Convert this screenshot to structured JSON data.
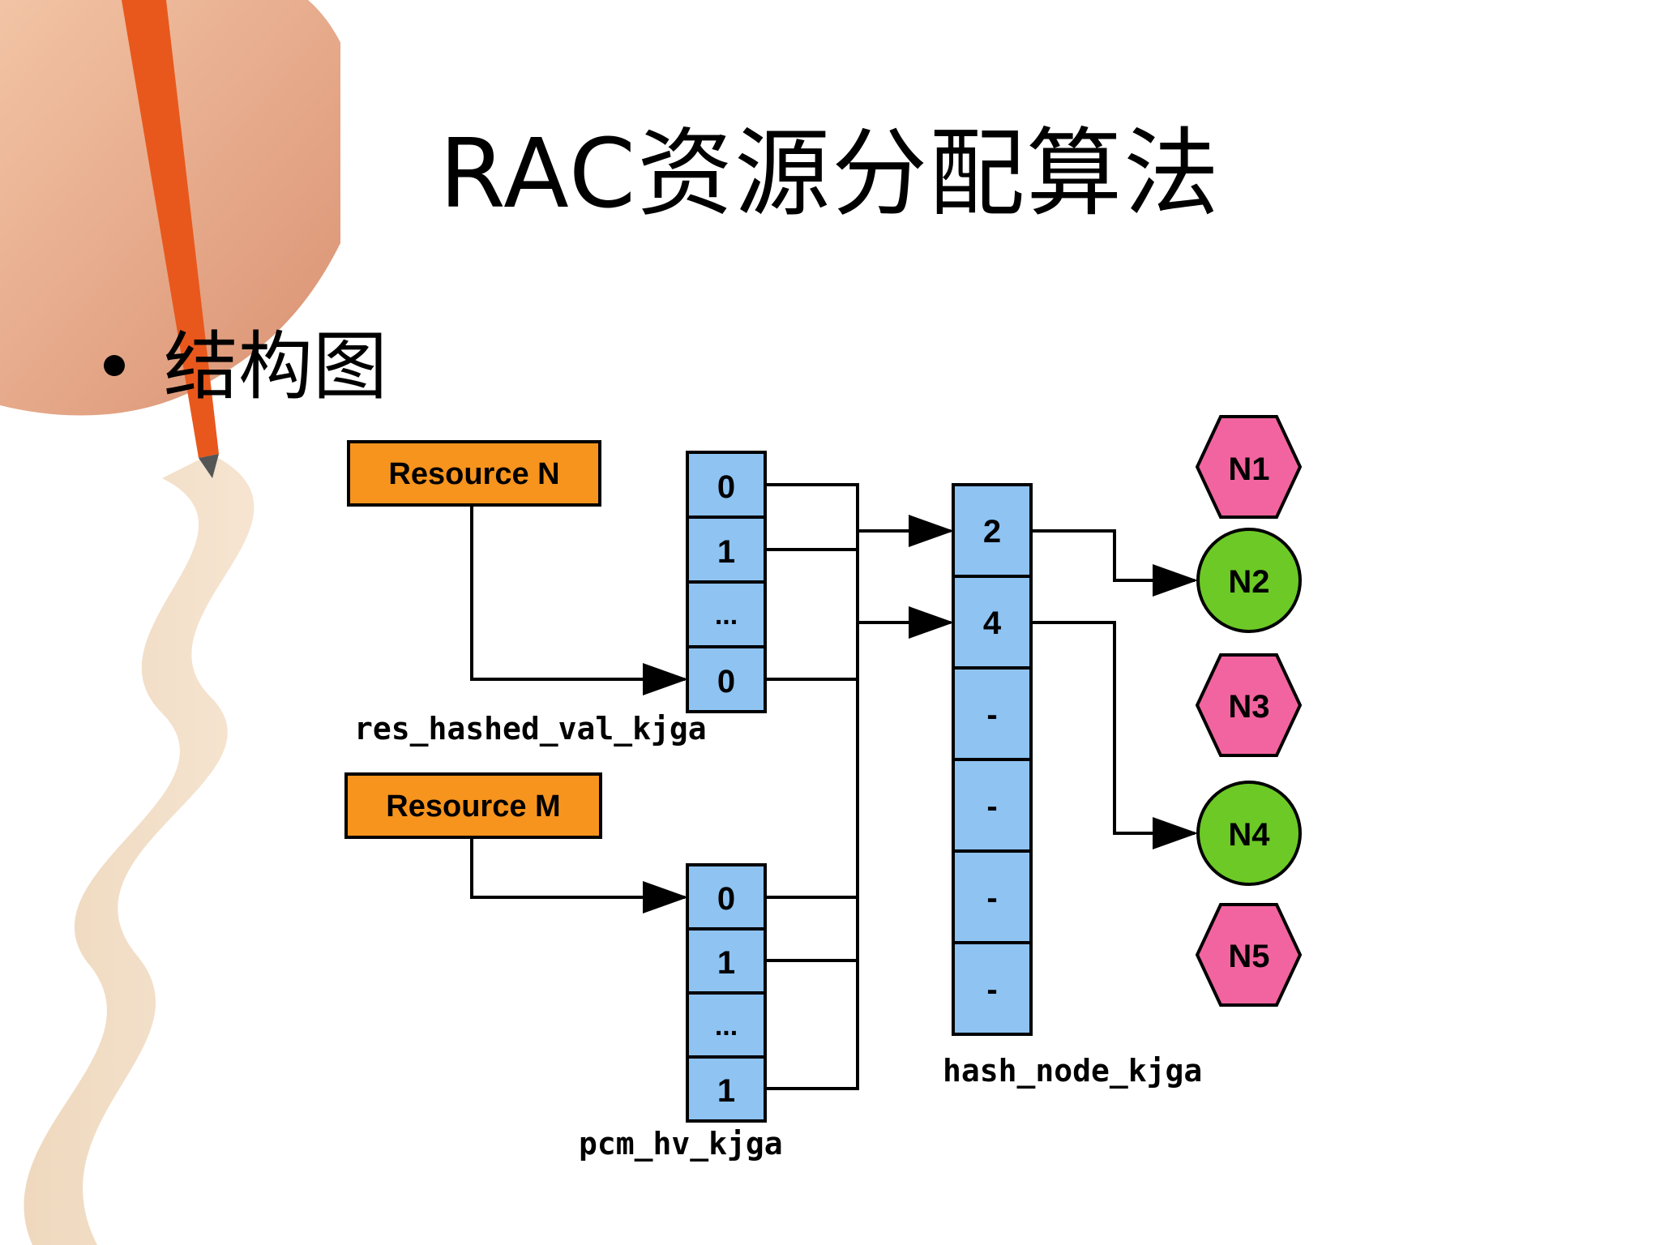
{
  "slide": {
    "title": "RAC资源分配算法",
    "bullet": "结构图"
  },
  "diagram": {
    "resources": [
      "Resource N",
      "Resource M"
    ],
    "res_hashed_val": {
      "label": "res_hashed_val_kjga",
      "cells": [
        "0",
        "1",
        "...",
        "0"
      ]
    },
    "pcm_hv": {
      "label": "pcm_hv_kjga",
      "cells": [
        "0",
        "1",
        "...",
        "1"
      ]
    },
    "hash_node": {
      "label": "hash_node_kjga",
      "cells": [
        "2",
        "4",
        "-",
        "-",
        "-",
        "-"
      ]
    },
    "nodes": [
      {
        "label": "N1",
        "shape": "hexagon"
      },
      {
        "label": "N2",
        "shape": "circle"
      },
      {
        "label": "N3",
        "shape": "hexagon"
      },
      {
        "label": "N4",
        "shape": "circle"
      },
      {
        "label": "N5",
        "shape": "hexagon"
      }
    ],
    "colors": {
      "resource_fill": "#f7941d",
      "cell_fill": "#8ec3f2",
      "hexagon_fill": "#f264a0",
      "circle_fill": "#6cc926",
      "line": "#000000"
    }
  }
}
